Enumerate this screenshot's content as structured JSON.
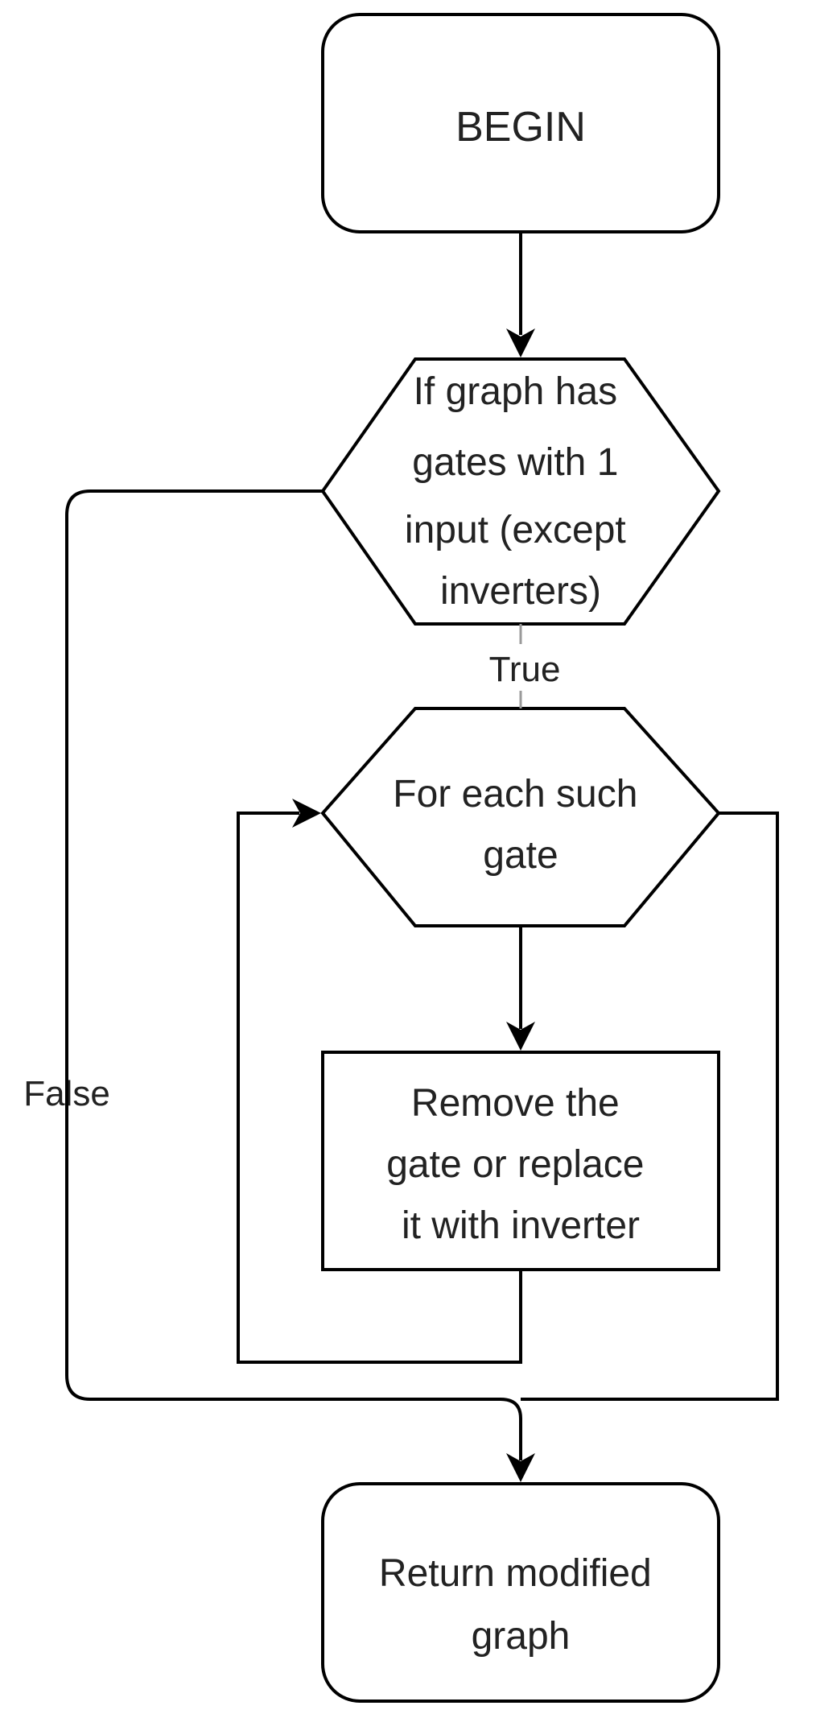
{
  "flowchart": {
    "nodes": {
      "begin": {
        "lines": [
          "BEGIN"
        ]
      },
      "condition": {
        "lines": [
          "If graph has",
          "gates with 1",
          "input (except",
          "inverters)"
        ]
      },
      "loop": {
        "lines": [
          "For each such",
          "gate"
        ]
      },
      "action": {
        "lines": [
          "Remove the",
          "gate or replace",
          "it with inverter"
        ]
      },
      "end": {
        "lines": [
          "Return modified",
          "graph"
        ]
      }
    },
    "edge_labels": {
      "true_label": "True",
      "false_label": "False"
    },
    "colors": {
      "stroke": "#000000",
      "text": "#222222",
      "background": "#ffffff"
    }
  }
}
